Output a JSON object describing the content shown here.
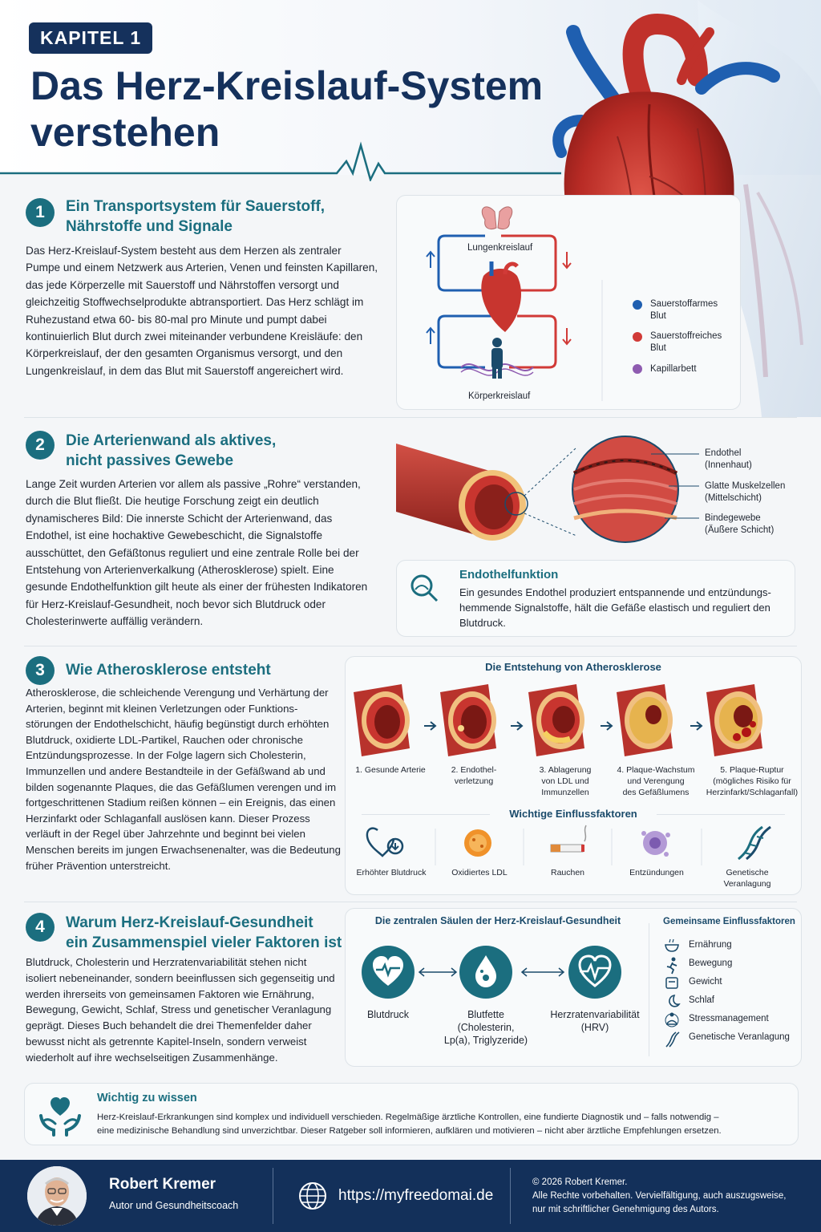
{
  "header": {
    "chapter": "KAPITEL 1",
    "title_line1": "Das Herz-Kreislauf-System",
    "title_line2": "verstehen"
  },
  "section1": {
    "number": "1",
    "heading_line1": "Ein Transportsystem für Sauerstoff,",
    "heading_line2": "Nährstoffe und Signale",
    "paragraph": "Das Herz-Kreislauf-System besteht aus dem Herzen als zentraler Pumpe und einem Netzwerk aus Arterien, Venen und feinsten Kapillaren, das jede Körperzelle mit Sauerstoff und Nährstoffen versorgt und gleichzeitig Stoffwechselprodukte abtransportiert. Das Herz schlägt im Ruhezustand etwa 60- bis 80-mal pro Minute und pumpt dabei kontinuierlich Blut durch zwei miteinander verbundene Kreisläufe: den Körperkreislauf, der den gesamten Organismus versorgt, und den Lungenkreislauf, in dem das Blut mit Sauerstoff angereichert wird.",
    "diagram": {
      "top_label": "Lungenkreislauf",
      "bottom_label": "Körperkreislauf",
      "legend": [
        {
          "label_line1": "Sauerstoffarmes",
          "label_line2": "Blut",
          "color": "#1f5fb0"
        },
        {
          "label_line1": "Sauerstoffreiches",
          "label_line2": "Blut",
          "color": "#d13a37"
        },
        {
          "label_line1": "Kapillarbett",
          "label_line2": "",
          "color": "#8e5bb0"
        }
      ]
    }
  },
  "section2": {
    "number": "2",
    "heading_line1": "Die Arterienwand als aktives,",
    "heading_line2": "nicht passives Gewebe",
    "paragraph": "Lange Zeit wurden Arterien vor allem als passive „Rohre“ verstanden, durch die Blut fließt. Die heutige Forschung zeigt ein deutlich dynamischeres Bild: Die innerste Schicht der Arterienwand, das Endothel, ist eine hochaktive Gewebeschicht, die Signalstoffe ausschüttet, den Gefäßtonus reguliert und eine zentrale Rolle bei der Entstehung von Arterienverkalkung (Atherosklerose) spielt. Eine gesunde Endothelfunktion gilt heute als einer der frühesten Indikatoren für Herz-Kreislauf-Gesundheit, noch bevor sich Blutdruck oder Cholesterinwerte auffällig verändern.",
    "layers": [
      {
        "line1": "Endothel",
        "line2": "(Innenhaut)"
      },
      {
        "line1": "Glatte Muskelzellen",
        "line2": "(Mittelschicht)"
      },
      {
        "line1": "Bindegewebe",
        "line2": "(Äußere Schicht)"
      }
    ],
    "info_title": "Endothelfunktion",
    "info_text": "Ein gesundes Endothel produziert entspannende und entzündungs-hemmende Signalstoffe, hält die Gefäße elastisch und reguliert den Blutdruck."
  },
  "section3": {
    "number": "3",
    "heading": "Wie Atherosklerose entsteht",
    "paragraph": "Atherosklerose, die schleichende Verengung und Verhärtung der Arterien, beginnt mit kleinen Verletzungen oder Funktions-störungen der Endothelschicht, häufig begünstigt durch erhöhten Blutdruck, oxidierte LDL-Partikel, Rauchen oder chronische Entzündungsprozesse. In der Folge lagern sich Cholesterin, Immunzellen und andere Bestandteile in der Gefäßwand ab und bilden sogenannte Plaques, die das Gefäßlumen verengen und im fortgeschrittenen Stadium reißen können – ein Ereignis, das einen Herzinfarkt oder Schlaganfall auslösen kann. Dieser Prozess verläuft in der Regel über Jahrzehnte und beginnt bei vielen Menschen bereits im jungen Erwachsenenalter, was die Bedeutung früher Prävention unterstreicht.",
    "stages_title": "Die Entstehung von Atherosklerose",
    "stages": [
      {
        "line1": "1. Gesunde Arterie",
        "line2": "",
        "line3": ""
      },
      {
        "line1": "2. Endothel-",
        "line2": "verletzung",
        "line3": ""
      },
      {
        "line1": "3. Ablagerung",
        "line2": "von LDL und",
        "line3": "Immunzellen"
      },
      {
        "line1": "4. Plaque-Wachstum",
        "line2": "und Verengung",
        "line3": "des Gefäßlumens"
      },
      {
        "line1": "5. Plaque-Ruptur",
        "line2": "(mögliches Risiko für",
        "line3": "Herzinfarkt/Schlaganfall)"
      }
    ],
    "factors_title": "Wichtige Einflussfaktoren",
    "factors": [
      {
        "line1": "Erhöhter Blutdruck",
        "line2": "",
        "icon": "blood-pressure-icon"
      },
      {
        "line1": "Oxidiertes LDL",
        "line2": "",
        "icon": "ldl-particle-icon"
      },
      {
        "line1": "Rauchen",
        "line2": "",
        "icon": "cigarette-icon"
      },
      {
        "line1": "Entzündungen",
        "line2": "",
        "icon": "inflammation-cell-icon"
      },
      {
        "line1": "Genetische",
        "line2": "Veranlagung",
        "icon": "dna-icon"
      }
    ]
  },
  "section4": {
    "number": "4",
    "heading_line1": "Warum Herz-Kreislauf-Gesundheit",
    "heading_line2": "ein Zusammenspiel vieler Faktoren ist",
    "paragraph": "Blutdruck, Cholesterin und Herzratenvariabilität stehen nicht isoliert nebeneinander, sondern beeinflussen sich gegenseitig und werden ihrerseits von gemeinsamen Faktoren wie Ernährung, Bewegung, Gewicht, Schlaf, Stress und genetischer Veranlagung geprägt. Dieses Buch behandelt die drei Themenfelder daher bewusst nicht als getrennte Kapitel-Inseln, sondern verweist wiederholt auf ihre wechselseitigen Zusammenhänge.",
    "pillars_title": "Die zentralen Säulen der Herz-Kreislauf-Gesundheit",
    "pillars": [
      {
        "line1": "Blutdruck",
        "line2": "",
        "line3": ""
      },
      {
        "line1": "Blutfette",
        "line2": "(Cholesterin,",
        "line3": "Lp(a), Triglyzeride)"
      },
      {
        "line1": "Herzratenvariabilität",
        "line2": "(HRV)",
        "line3": ""
      }
    ],
    "common_title": "Gemeinsame Einflussfaktoren",
    "common": [
      {
        "label": "Ernährung",
        "icon": "food-bowl-icon"
      },
      {
        "label": "Bewegung",
        "icon": "running-icon"
      },
      {
        "label": "Gewicht",
        "icon": "scale-icon"
      },
      {
        "label": "Schlaf",
        "icon": "moon-icon"
      },
      {
        "label": "Stressmanagement",
        "icon": "meditation-icon"
      },
      {
        "label": "Genetische Veranlagung",
        "icon": "dna-icon"
      }
    ]
  },
  "note": {
    "title": "Wichtig zu wissen",
    "line1": "Herz-Kreislauf-Erkrankungen sind komplex und individuell verschieden. Regelmäßige ärztliche Kontrollen, eine fundierte Diagnostik und – falls notwendig –",
    "line2": "eine medizinische Behandlung sind unverzichtbar. Dieser Ratgeber soll informieren, aufklären und motivieren – nicht aber ärztliche Empfehlungen ersetzen."
  },
  "footer": {
    "name": "Robert Kremer",
    "role": "Autor und Gesundheitscoach",
    "url": "https://myfreedomai.de",
    "copyright_line1": "© 2026 Robert Kremer.",
    "copyright_line2": "Alle Rechte vorbehalten. Vervielfältigung, auch auszugsweise,",
    "copyright_line3": "nur mit schriftlicher Genehmigung des Autors."
  },
  "colors": {
    "navy": "#13305a",
    "teal": "#1b6e7f",
    "artery_red": "#c8352f",
    "vein_blue": "#1f5fb0",
    "capillary_purple": "#8e5bb0"
  }
}
